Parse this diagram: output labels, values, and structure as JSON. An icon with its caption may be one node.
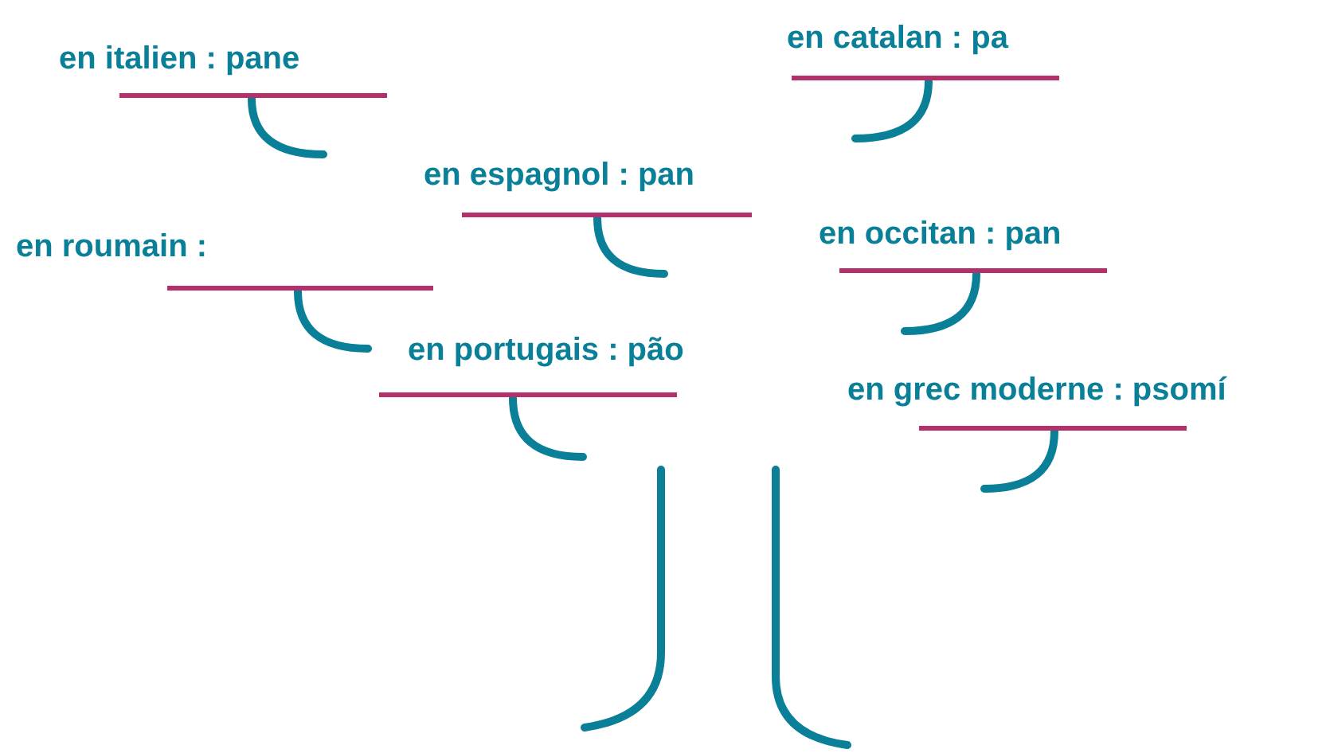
{
  "diagram": {
    "labels": [
      "en italien : pane",
      "en catalan : pa",
      "en espagnol : pan",
      "en roumain :",
      "en occitan : pan",
      "en portugais : pão",
      "en grec moderne : psomí"
    ]
  }
}
